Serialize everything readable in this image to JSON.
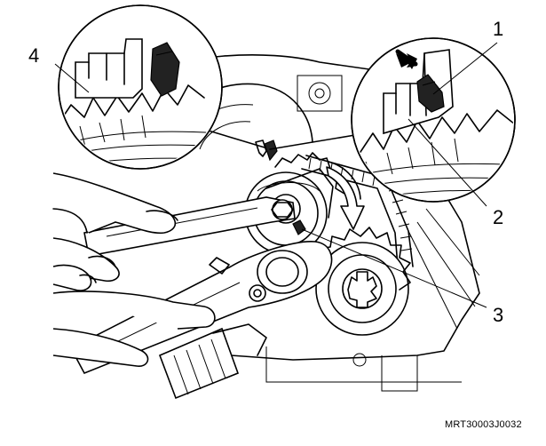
{
  "callouts": {
    "c1": "1",
    "c2": "2",
    "c3": "3",
    "c4": "4"
  },
  "reference_code": "MRT30003J0032",
  "icons": {
    "direction_arrow": "curved-rotation-arrow-icon",
    "pointer_arrow": "pointer-arrow-icon"
  },
  "colors": {
    "ink": "#000000",
    "mark_fill": "#222222",
    "background": "#ffffff"
  }
}
